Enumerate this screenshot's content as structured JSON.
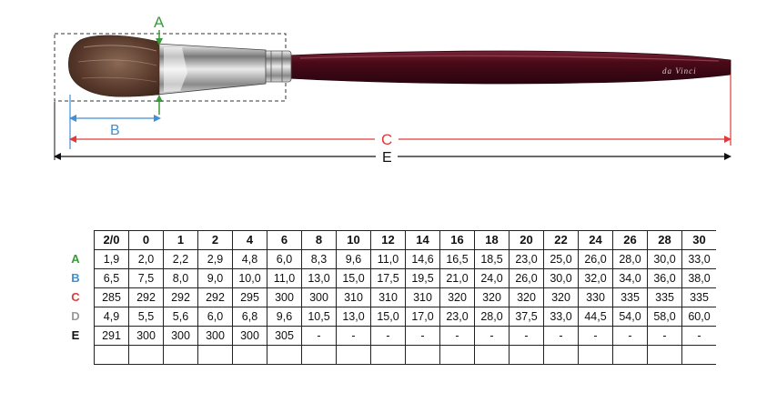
{
  "diagram": {
    "labels": {
      "a": "A",
      "b": "B",
      "c": "C",
      "e": "E"
    },
    "brand": "da Vinci",
    "colors": {
      "A": "#3a9a3a",
      "B": "#3f8fd9",
      "C": "#e03a3a",
      "D": "#9a9a9a",
      "E": "#111111",
      "handle": "#5a0f20",
      "hair": "#6a4a3a",
      "ferrule": "#c8c8c8"
    }
  },
  "table": {
    "sizes": [
      "2/0",
      "0",
      "1",
      "2",
      "4",
      "6",
      "8",
      "10",
      "12",
      "14",
      "16",
      "18",
      "20",
      "22",
      "24",
      "26",
      "28",
      "30"
    ],
    "rows": [
      {
        "label": "A",
        "values": [
          "1,9",
          "2,0",
          "2,2",
          "2,9",
          "4,8",
          "6,0",
          "8,3",
          "9,6",
          "11,0",
          "14,6",
          "16,5",
          "18,5",
          "23,0",
          "25,0",
          "26,0",
          "28,0",
          "30,0",
          "33,0"
        ]
      },
      {
        "label": "B",
        "values": [
          "6,5",
          "7,5",
          "8,0",
          "9,0",
          "10,0",
          "11,0",
          "13,0",
          "15,0",
          "17,5",
          "19,5",
          "21,0",
          "24,0",
          "26,0",
          "30,0",
          "32,0",
          "34,0",
          "36,0",
          "38,0"
        ]
      },
      {
        "label": "C",
        "values": [
          "285",
          "292",
          "292",
          "292",
          "295",
          "300",
          "300",
          "310",
          "310",
          "310",
          "320",
          "320",
          "320",
          "320",
          "330",
          "335",
          "335",
          "335"
        ]
      },
      {
        "label": "D",
        "values": [
          "4,9",
          "5,5",
          "5,6",
          "6,0",
          "6,8",
          "9,6",
          "10,5",
          "13,0",
          "15,0",
          "17,0",
          "23,0",
          "28,0",
          "37,5",
          "33,0",
          "44,5",
          "54,0",
          "58,0",
          "60,0"
        ]
      },
      {
        "label": "E",
        "values": [
          "291",
          "300",
          "300",
          "300",
          "300",
          "305",
          "-",
          "-",
          "-",
          "-",
          "-",
          "-",
          "-",
          "-",
          "-",
          "-",
          "-",
          "-"
        ]
      },
      {
        "label": "",
        "values": [
          "",
          "",
          "",
          "",
          "",
          "",
          "",
          "",
          "",
          "",
          "",
          "",
          "",
          "",
          "",
          "",
          "",
          ""
        ]
      }
    ]
  }
}
